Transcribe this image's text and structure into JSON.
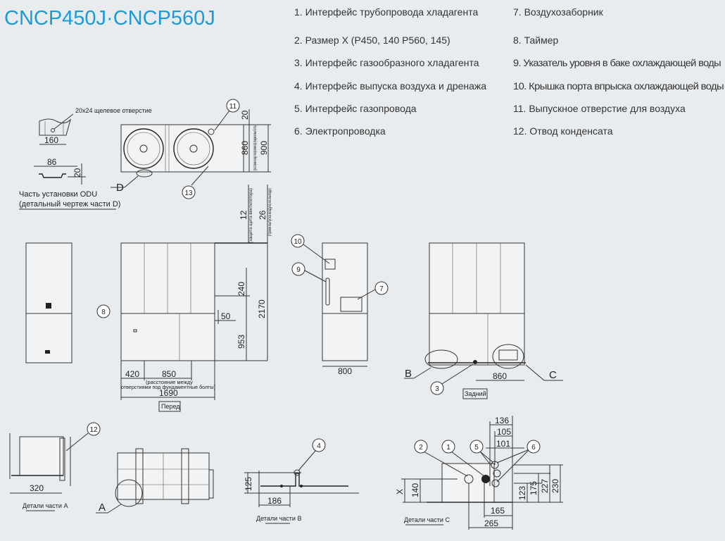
{
  "title": "CNCP450J·CNCP560J",
  "legend": [
    "1. Интерфейс трубопровода хладагента",
    "2. Размер X (P450, 140 P560, 145)",
    "3. Интерфейс газообразного хладагента",
    "4. Интерфейс выпуска воздуха и дренажа",
    "5. Интерфейс газопровода",
    "6. Электропроводка",
    "7. Воздухозаборник",
    "8. Таймер",
    "9. Указатель уровня в баке охлаждающей воды",
    "10. Крышка порта впрыска охлаждающей воды",
    "11. Выпускное отверстие для воздуха",
    "12. Отвод конденсата"
  ],
  "callouts": [
    "1",
    "2",
    "3",
    "4",
    "5",
    "6",
    "7",
    "8",
    "9",
    "10",
    "11",
    "12",
    "13"
  ],
  "detail_d": {
    "slot": "20x24 щелевое отверстие",
    "dims": [
      "160",
      "86",
      "20"
    ],
    "caption1": "Часть установки ODU",
    "caption2": "(детальный чертеж части D)",
    "letter": "D"
  },
  "top_view": {
    "dims": [
      "20",
      "860",
      "900"
    ],
    "note": "(расстояние между отверстиями под фундаментные болты)"
  },
  "front_view": {
    "dims": [
      "12",
      "26",
      "240",
      "50",
      "953",
      "2170",
      "420",
      "850",
      "1690"
    ],
    "note_12": "(защита щита вентилятора)",
    "note_26": "(проем выпуска воздуха на выходе)",
    "note_850a": "(расстояние между",
    "note_850b": "отверстиями под фундаментные болты)",
    "label": "Перед"
  },
  "side_view": {
    "dims": [
      "800"
    ]
  },
  "rear_view": {
    "dims": [
      "860"
    ],
    "label": "Задний",
    "letters": [
      "B",
      "C"
    ]
  },
  "detail_a": {
    "dims": [
      "320"
    ],
    "caption": "Детали части А",
    "letter": "A"
  },
  "detail_b": {
    "dims": [
      "125",
      "186"
    ],
    "caption": "Детали части B"
  },
  "detail_c": {
    "dims": [
      "136",
      "105",
      "101",
      "X",
      "140",
      "123",
      "175",
      "227",
      "230",
      "165",
      "265"
    ],
    "caption": "Детали части C"
  },
  "colors": {
    "title": "#1e9bd7",
    "background": "#e9ecef"
  }
}
